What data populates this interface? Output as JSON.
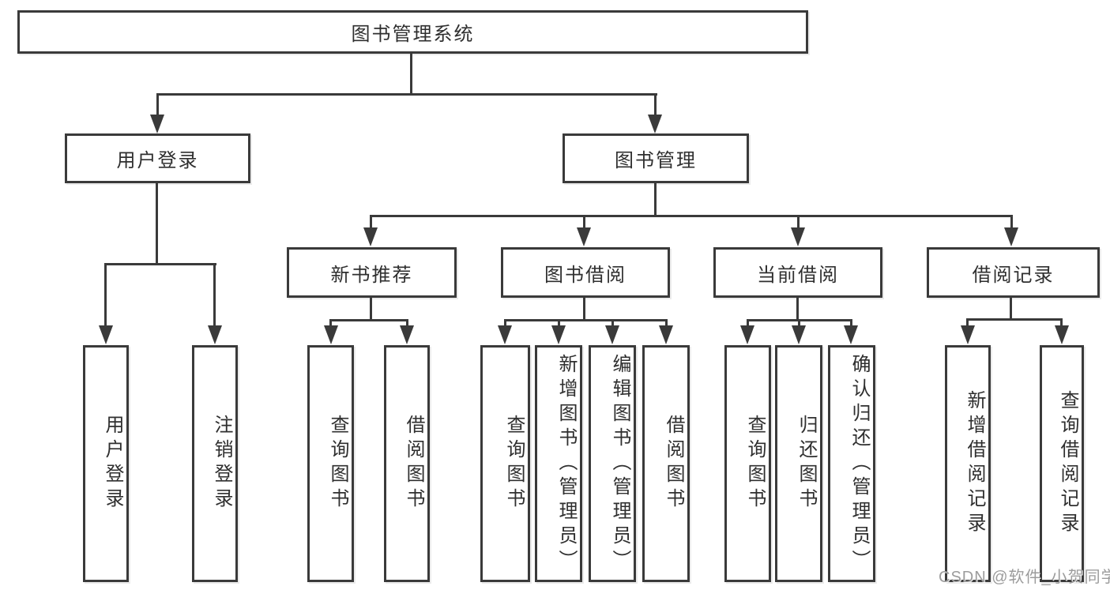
{
  "nodes": {
    "root": "图书管理系统",
    "user_login": "用户登录",
    "book_management": "图书管理",
    "new_book_rec": "新书推荐",
    "book_borrow": "图书借阅",
    "current_borrow": "当前借阅",
    "borrow_records": "借阅记录",
    "leaf_user_login": "用户登录",
    "leaf_logout": "注销登录",
    "rec_query_books": "查询图书",
    "rec_borrow_books": "借阅图书",
    "bb_query_books": "查询图书",
    "bb_add_books": "新增图书（管理员）",
    "bb_edit_books": "编辑图书（管理员）",
    "bb_borrow_books": "借阅图书",
    "cb_query_books": "查询图书",
    "cb_return_books": "归还图书",
    "cb_confirm_return": "确认归还（管理员）",
    "br_add_record": "新增借阅记录",
    "br_query_record": "查询借阅记录"
  },
  "watermark": "CSDN @软件_小贺同学",
  "colors": {
    "line": "#3a3a3a",
    "text": "#2f2f2f",
    "watermark": "#9c9c9c",
    "background": "#ffffff"
  }
}
